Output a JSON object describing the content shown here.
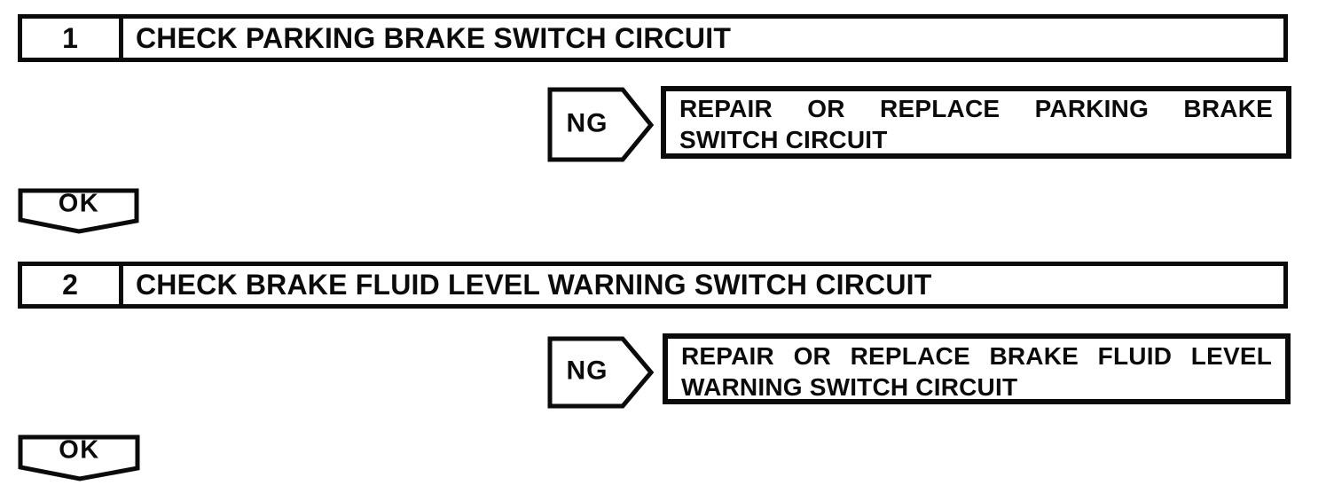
{
  "colors": {
    "ink": "#0b0b0b",
    "paper": "#ffffff"
  },
  "steps": [
    {
      "number": "1",
      "title": "CHECK PARKING BRAKE SWITCH CIRCUIT",
      "ng": {
        "label": "NG",
        "action_lines": [
          "REPAIR OR REPLACE PARKING BRAKE",
          "SWITCH CIRCUIT"
        ]
      },
      "ok": {
        "label": "OK"
      }
    },
    {
      "number": "2",
      "title": "CHECK BRAKE FLUID LEVEL WARNING SWITCH CIRCUIT",
      "ng": {
        "label": "NG",
        "action_lines": [
          "REPAIR OR REPLACE BRAKE FLUID LEVEL",
          "WARNING SWITCH CIRCUIT"
        ]
      },
      "ok": {
        "label": "OK"
      }
    }
  ]
}
